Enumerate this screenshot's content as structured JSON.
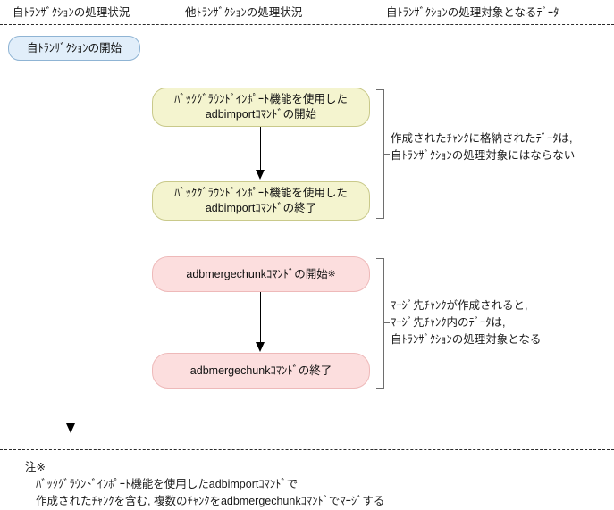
{
  "colors": {
    "blue_fill": "#e1eefa",
    "blue_border": "#8fb4d4",
    "yellow_fill": "#f4f4cf",
    "yellow_border": "#c9c98a",
    "pink_fill": "#fcdede",
    "pink_border": "#eeb9b9",
    "bracket": "#6e6e6e",
    "arrow": "#000000",
    "rule": "#2b2b2b",
    "text": "#1a1a1a",
    "background": "#ffffff"
  },
  "headers": {
    "own_transaction_status": "自ﾄﾗﾝｻﾞｸｼｮﾝの処理状況",
    "other_transaction_status": "他ﾄﾗﾝｻﾞｸｼｮﾝの処理状況",
    "own_transaction_target_data": "自ﾄﾗﾝｻﾞｸｼｮﾝの処理対象となるﾃﾞｰﾀ"
  },
  "nodes": {
    "transaction_start": "自ﾄﾗﾝｻﾞｸｼｮﾝの開始",
    "adbimport_start": "ﾊﾞｯｸｸﾞﾗｳﾝﾄﾞｲﾝﾎﾟｰﾄ機能を使用した\nadbimportｺﾏﾝﾄﾞの開始",
    "adbimport_end": "ﾊﾞｯｸｸﾞﾗｳﾝﾄﾞｲﾝﾎﾟｰﾄ機能を使用した\nadbimportｺﾏﾝﾄﾞの終了",
    "adbmergechunk_start": "adbmergechunkｺﾏﾝﾄﾞの開始",
    "adbmergechunk_start_mark": "※",
    "adbmergechunk_end": "adbmergechunkｺﾏﾝﾄﾞの終了"
  },
  "annotations": {
    "import_group": "作成されたﾁｬﾝｸに格納されたﾃﾞｰﾀは,\n自ﾄﾗﾝｻﾞｸｼｮﾝの処理対象にはならない",
    "merge_group": "ﾏｰｼﾞ先ﾁｬﾝｸが作成されると,\nﾏｰｼﾞ先ﾁｬﾝｸ内のﾃﾞｰﾀは,\n自ﾄﾗﾝｻﾞｸｼｮﾝの処理対象となる"
  },
  "footnote": {
    "title": "注※",
    "body": "ﾊﾞｯｸｸﾞﾗｳﾝﾄﾞｲﾝﾎﾟｰﾄ機能を使用したadbimportｺﾏﾝﾄﾞで\n作成されたﾁｬﾝｸを含む, 複数のﾁｬﾝｸをadbmergechunkｺﾏﾝﾄﾞでﾏｰｼﾞする"
  }
}
